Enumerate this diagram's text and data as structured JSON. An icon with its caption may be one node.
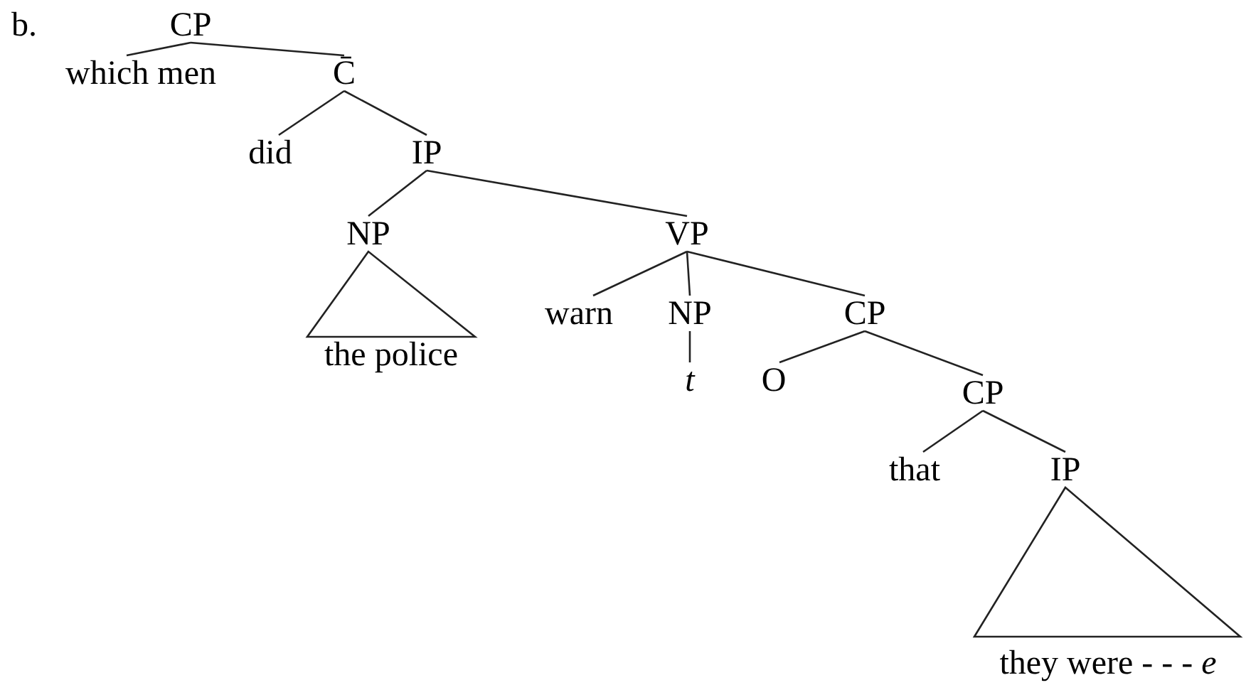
{
  "diagram": {
    "nodes": [
      {
        "text": [
          "CP"
        ]
      },
      {
        "text": [
          "which men"
        ]
      },
      {
        "text": [
          "C̄"
        ]
      },
      {
        "text": [
          "did"
        ]
      },
      {
        "text": [
          "IP"
        ]
      },
      {
        "text": [
          "NP"
        ]
      },
      {
        "text": [
          "the police"
        ]
      },
      {
        "text": [
          "VP"
        ]
      },
      {
        "text": [
          "warn"
        ]
      },
      {
        "text": [
          "NP"
        ]
      },
      {
        "text": [
          "*t*"
        ]
      },
      {
        "text": [
          "CP"
        ]
      },
      {
        "text": [
          "O"
        ]
      },
      {
        "text": [
          "CP"
        ]
      },
      {
        "text": [
          "that"
        ]
      },
      {
        "text": [
          "IP"
        ]
      },
      {
        "text": [
          "they were - - - *e*"
        ]
      }
    ],
    "edges": [
      {
        "from": 0,
        "to": 1,
        "arrow": "none"
      },
      {
        "from": 0,
        "to": 2,
        "arrow": "none"
      },
      {
        "from": 2,
        "to": 3,
        "arrow": "none"
      },
      {
        "from": 2,
        "to": 4,
        "arrow": "none"
      },
      {
        "from": 4,
        "to": 5,
        "arrow": "none"
      },
      {
        "from": 4,
        "to": 7,
        "arrow": "none"
      },
      {
        "from": 5,
        "to": 6,
        "arrow": "none"
      },
      {
        "from": 7,
        "to": 8,
        "arrow": "none"
      },
      {
        "from": 7,
        "to": 9,
        "arrow": "none"
      },
      {
        "from": 7,
        "to": 11,
        "arrow": "none"
      },
      {
        "from": 9,
        "to": 10,
        "arrow": "none"
      },
      {
        "from": 11,
        "to": 12,
        "arrow": "none"
      },
      {
        "from": 11,
        "to": 13,
        "arrow": "none"
      },
      {
        "from": 13,
        "to": 14,
        "arrow": "none"
      },
      {
        "from": 13,
        "to": 15,
        "arrow": "none"
      },
      {
        "from": 15,
        "to": 16,
        "arrow": "none"
      }
    ],
    "labels": [
      "b."
    ]
  }
}
